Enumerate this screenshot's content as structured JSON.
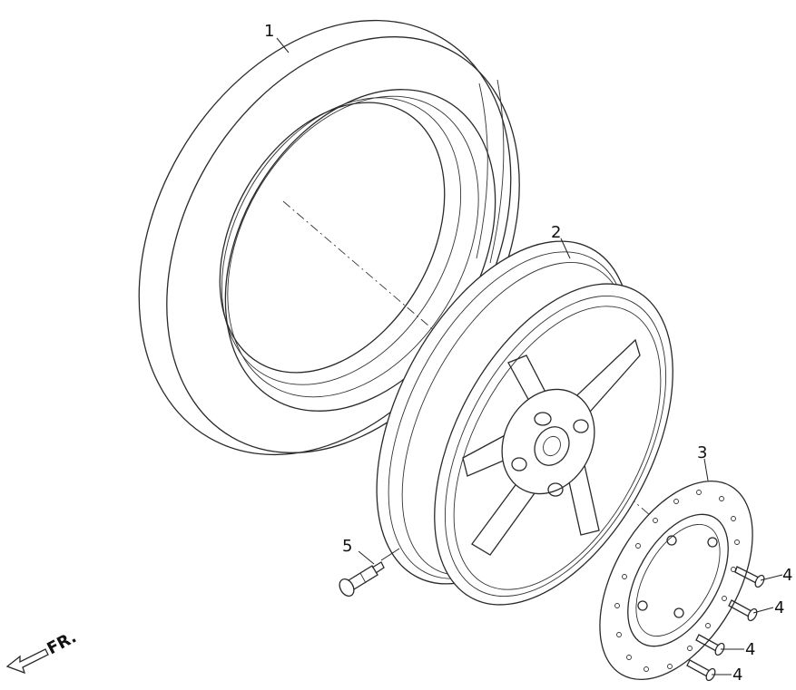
{
  "parts": [
    {
      "id": "tire",
      "label": "1"
    },
    {
      "id": "rim",
      "label": "2"
    },
    {
      "id": "brake-disc",
      "label": "3"
    },
    {
      "id": "bolt-a",
      "label": "4"
    },
    {
      "id": "bolt-b",
      "label": "4"
    },
    {
      "id": "bolt-c",
      "label": "4"
    },
    {
      "id": "bolt-d",
      "label": "4"
    },
    {
      "id": "valve",
      "label": "5"
    }
  ],
  "direction": {
    "label": "FR."
  }
}
